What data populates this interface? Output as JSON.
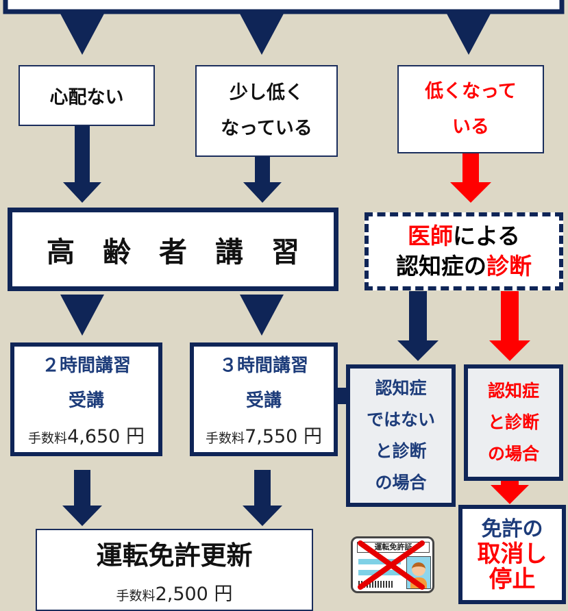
{
  "levels": {
    "left": "心配ない",
    "middle": [
      "少し低く",
      "なっている"
    ],
    "right": [
      "低くなって",
      "いる"
    ]
  },
  "lecture": {
    "title": "高　齢　者　講　習"
  },
  "doctor": {
    "part1_red": "医師",
    "part1_rest": "による",
    "part2_black": "認知症の",
    "part2_red": "診断"
  },
  "course2": {
    "title": "２時間講習",
    "sub": "受講",
    "fee_label": "手数料",
    "fee_value": "4,650 円"
  },
  "course3": {
    "title": "３時間講習",
    "sub": "受講",
    "fee_label": "手数料",
    "fee_value": "7,550 円"
  },
  "not_dementia": [
    "認知症",
    "ではない",
    "と診断",
    "の場合"
  ],
  "dementia": [
    "認知症",
    "と診断",
    "の場合"
  ],
  "renewal": {
    "title": "運転免許更新",
    "fee_label": "手数料",
    "fee_value": "2,500 円"
  },
  "revoke": [
    "免許の",
    "取消し",
    "停止"
  ],
  "license_card": {
    "label": "運転免許証"
  },
  "colors": {
    "navy": "#0f2557",
    "red": "#ff0000",
    "background": "#ddd8c6"
  }
}
